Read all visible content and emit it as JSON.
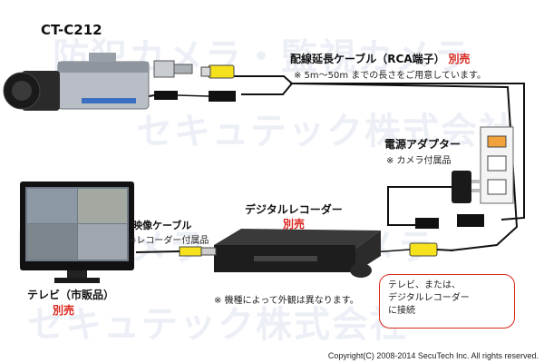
{
  "watermark": {
    "line1": "防犯カメラ・監視カメラ",
    "line2": "セキュテック株式会社"
  },
  "camera": {
    "model": "CT-C212"
  },
  "cable": {
    "title": "配線延長ケーブル（RCA端子）",
    "title_suffix": "別売",
    "note": "※ 5m～50m までの長さをご用意しています。"
  },
  "adapter": {
    "title": "電源アダプター",
    "note": "※ カメラ付属品"
  },
  "recorder": {
    "title": "デジタルレコーダー",
    "sub": "別売"
  },
  "video_cable": {
    "title": "映像ケーブル",
    "note": "※レコーダー付属品"
  },
  "tv": {
    "title": "テレビ（市販品）",
    "sub": "別売"
  },
  "appearance_note": "※ 機種によって外観は異なります。",
  "callout": {
    "line1": "テレビ、または、",
    "line2": "デジタルレコーダー",
    "line3": "に接続"
  },
  "copyright": "Copyright(C) 2008-2014 SecuTech Inc. All rights reserved.",
  "colors": {
    "accent_red": "#d8261e",
    "cable_black": "#111111",
    "rca_yellow": "#f5e21c",
    "outlet_orange": "#f2a23a",
    "watermark": "#e9edf5"
  }
}
